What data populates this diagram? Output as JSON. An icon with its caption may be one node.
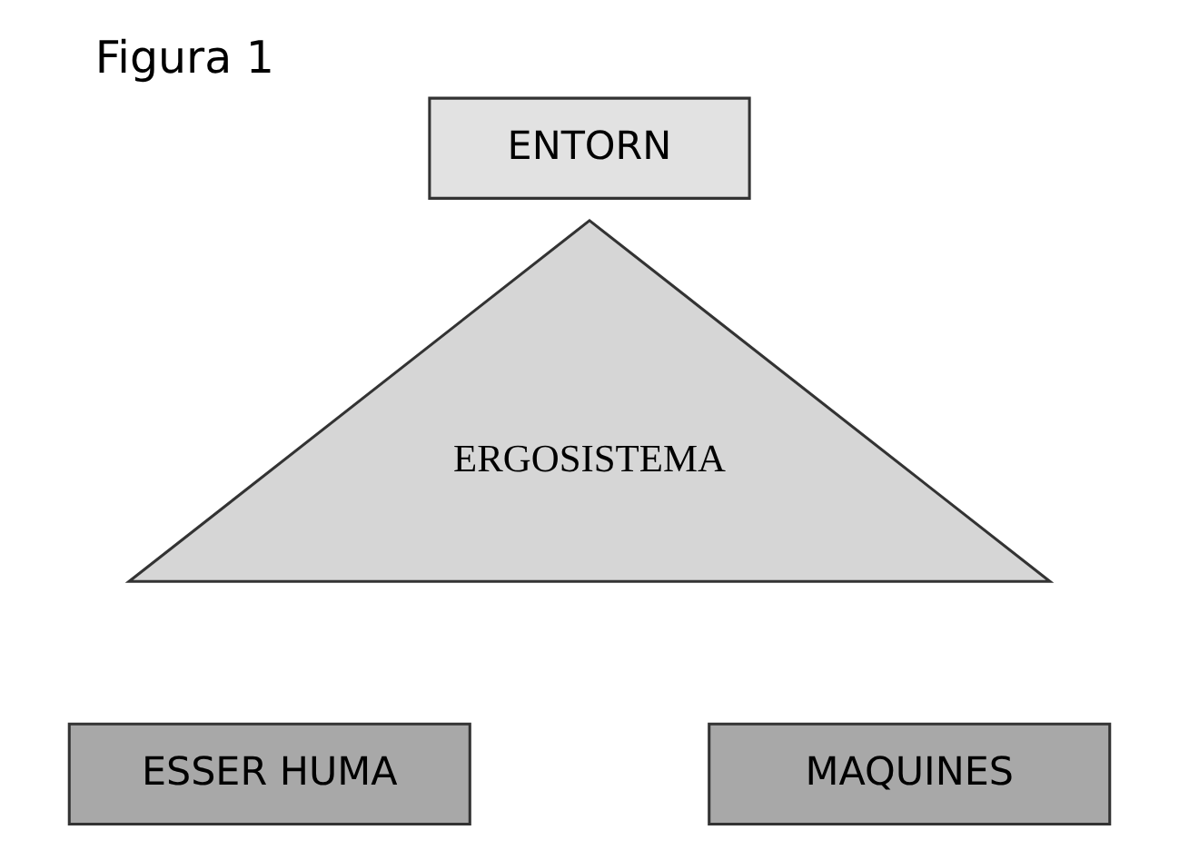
{
  "diagram": {
    "title": "Figura 1",
    "nodes": [
      {
        "text": [
          "ENTORN"
        ]
      },
      {
        "text": [
          "ERGOSISTEMA"
        ]
      },
      {
        "text": [
          "ESSER HUMA"
        ]
      },
      {
        "text": [
          "MAQUINES"
        ]
      }
    ]
  }
}
